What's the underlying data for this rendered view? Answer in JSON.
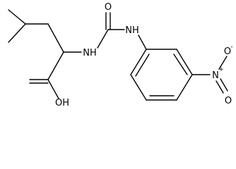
{
  "molecule": {
    "atoms": {
      "carbonyl_oxygen": "O",
      "urea_nh_right": "NH",
      "urea_nh_left": "NH",
      "hydroxyl": "OH",
      "nitro_n": "N",
      "nitro_n_charge": "+",
      "nitro_o_minus": "O",
      "nitro_o_minus_charge": "-",
      "nitro_o_double": "O"
    }
  }
}
